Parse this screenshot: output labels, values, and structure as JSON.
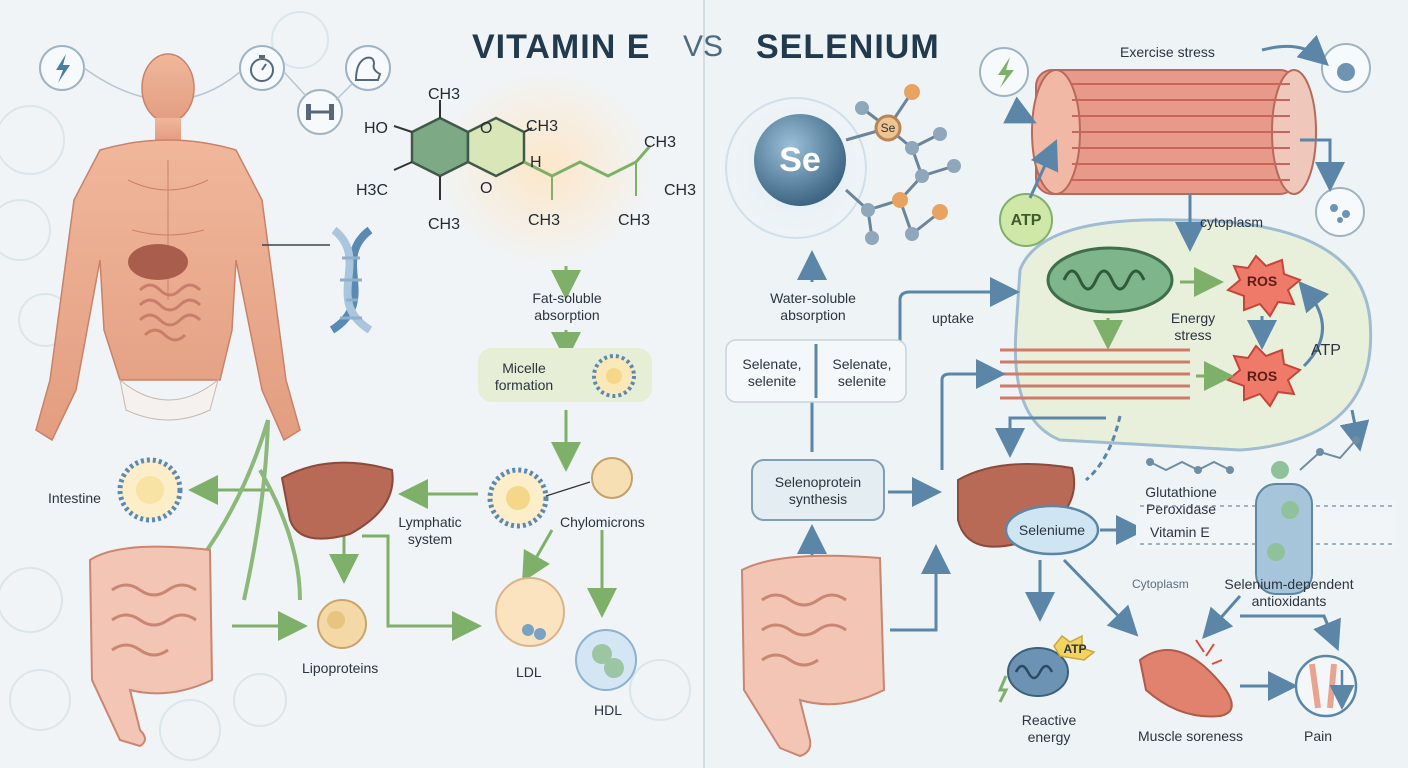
{
  "title": {
    "left": "VITAMIN E",
    "vs": "VS",
    "right": "SELENIUM"
  },
  "molecule": {
    "ch3_top": "CH3",
    "ho": "HO",
    "o_top": "O",
    "ch3_right": "CH3",
    "h": "H",
    "h3c": "H3C",
    "o_bottom": "O",
    "ch3_bottom": "CH3",
    "ch3_chain1": "CH3",
    "ch3_chain2": "CH3",
    "ch3_end_top": "CH3",
    "ch3_end": "CH3"
  },
  "left": {
    "fat_soluble": [
      "Fat-soluble",
      "absorption"
    ],
    "micelle": [
      "Micelle",
      "formation"
    ],
    "chylomicrons": "Chylomicrons",
    "lymphatic": [
      "Lymphatic",
      "system"
    ],
    "intestine": "Intestine",
    "lipoproteins": "Lipoproteins",
    "ldl": "LDL",
    "hdl": "HDL"
  },
  "right": {
    "se_symbol": "Se",
    "se_small": "Se",
    "exercise_stress": "Exercise stress",
    "atp_left": "ATP",
    "cytoplasm_top": "cytoplasm",
    "ros1": "ROS",
    "ros2": "ROS",
    "energy_stress": [
      "Energy",
      "stress"
    ],
    "atp_right": "ATP",
    "water_soluble": [
      "Water-soluble",
      "absorption"
    ],
    "uptake": "uptake",
    "selenate1": [
      "Selenate,",
      "selenite"
    ],
    "selenate2": [
      "Selenate,",
      "selenite"
    ],
    "selenoprotein": [
      "Selenoprotein",
      "synthesis"
    ],
    "seleniume": "Seleniume",
    "glutathione": [
      "Glutathione",
      "Peroxidase"
    ],
    "vitamin_e": "Vitamin E",
    "cytoplasm_bottom": "Cytoplasm",
    "selenium_dependent": [
      "Selenium-dependent",
      "antioxidants"
    ],
    "atp_mito": "ATP",
    "reactive_energy": [
      "Reactive",
      "energy"
    ],
    "muscle_soreness": "Muscle soreness",
    "pain": "Pain"
  },
  "icons": [
    "lightning-icon",
    "stopwatch-icon",
    "dumbbell-icon",
    "flexed-arm-icon",
    "germ-icon",
    "bacteria-icon"
  ],
  "colors": {
    "green_arrow": "#7fb069",
    "blue_arrow": "#5b86a8",
    "title": "#223a4e",
    "ros": "#f07a6a",
    "atp": "#cfe8a8"
  }
}
